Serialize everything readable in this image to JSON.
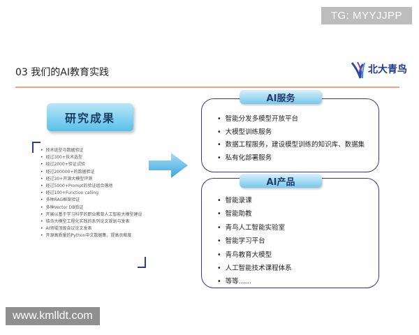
{
  "watermarks": {
    "top_right": "TG: MYYJJPP",
    "bottom_left": "www.kmlldt.com"
  },
  "slide": {
    "title": "03 我们的AI教育实践",
    "logo_text": "北大青鸟",
    "accent_color": "#e8a48a",
    "brand_color": "#2c3c88"
  },
  "left": {
    "heading": "研究成果",
    "items": [
      "技术选型与数据验证",
      "经过300+技术选型",
      "经过2000+验证试验",
      "经过200000+的数据验证",
      "经过30+开源大模型评测",
      "经过5000+Prompt的验证组合落地",
      "经过100+Function calling",
      "多种RAG框架验证",
      "多种Vector DB验证",
      "开展以基于学习科学的职业教育人工智能大模型建设",
      "结合大模型工程化实践的系列论文规划与发表",
      "AI领域顶级会议论文发表",
      "开源高质量的Python中文数据集，提高贡献度"
    ]
  },
  "services": {
    "tab": "AI服务",
    "items": [
      "智能分发多模型开放平台",
      "大模型训练服务",
      "数据工程服务，建设模型训练的知识库、数据集",
      "私有化部署服务"
    ]
  },
  "products": {
    "tab": "AI产品",
    "items": [
      "智能录课",
      "智能助教",
      "青鸟人工智能实验室",
      "智能学习平台",
      "青鸟教育大模型",
      "人工智能技术课程体系",
      "等等......"
    ]
  }
}
